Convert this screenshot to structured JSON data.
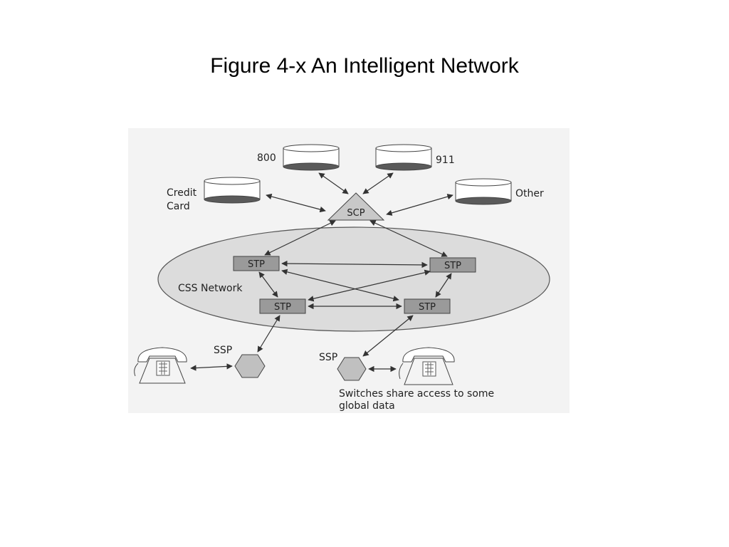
{
  "title": "Figure 4-x An Intelligent Network",
  "diagram": {
    "databases": {
      "db_800": "800",
      "db_911": "911",
      "db_credit_line1": "Credit",
      "db_credit_line2": "Card",
      "db_other": "Other"
    },
    "scp_label": "SCP",
    "network_label": "CSS Network",
    "stp_label": "STP",
    "ssp_label": "SSP",
    "caption_line1": "Switches share access to some",
    "caption_line2": "global data"
  },
  "colors": {
    "network_fill": "#dcdcdc",
    "stp_fill": "#9a9a9a",
    "scp_fill": "#c8c8c8",
    "ssp_fill": "#c0c0c0",
    "db_bottom": "#5a5a5a"
  }
}
